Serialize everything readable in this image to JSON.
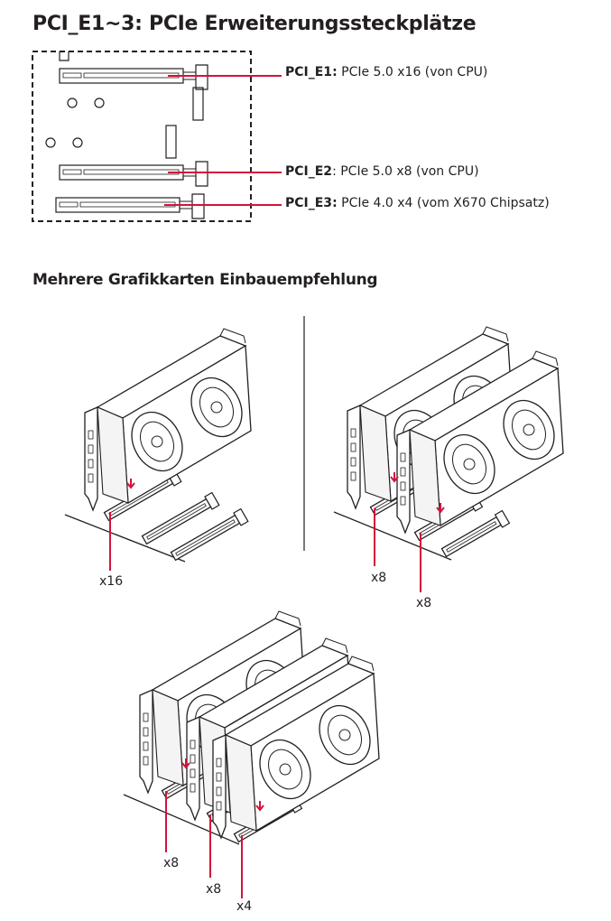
{
  "title": "PCI_E1~3: PCIe Erweiterungssteckplätze",
  "slots": [
    {
      "name": "PCI_E1",
      "separator": ":",
      "desc": " PCIe 5.0 x16 (von CPU)"
    },
    {
      "name": "PCI_E2",
      "separator": ":",
      "desc": " PCIe 5.0 x8 (von CPU)"
    },
    {
      "name": "PCI_E3",
      "separator": ":",
      "desc": " PCIe 4.0 x4 (vom X670 Chipsatz)"
    }
  ],
  "section_title": "Mehrere Grafikkarten Einbauempfehlung",
  "configs": {
    "single": [
      "x16"
    ],
    "dual": [
      "x8",
      "x8"
    ],
    "triple": [
      "x8",
      "x8",
      "x4"
    ]
  },
  "colors": {
    "accent": "#d2143a",
    "line": "#231f20"
  }
}
